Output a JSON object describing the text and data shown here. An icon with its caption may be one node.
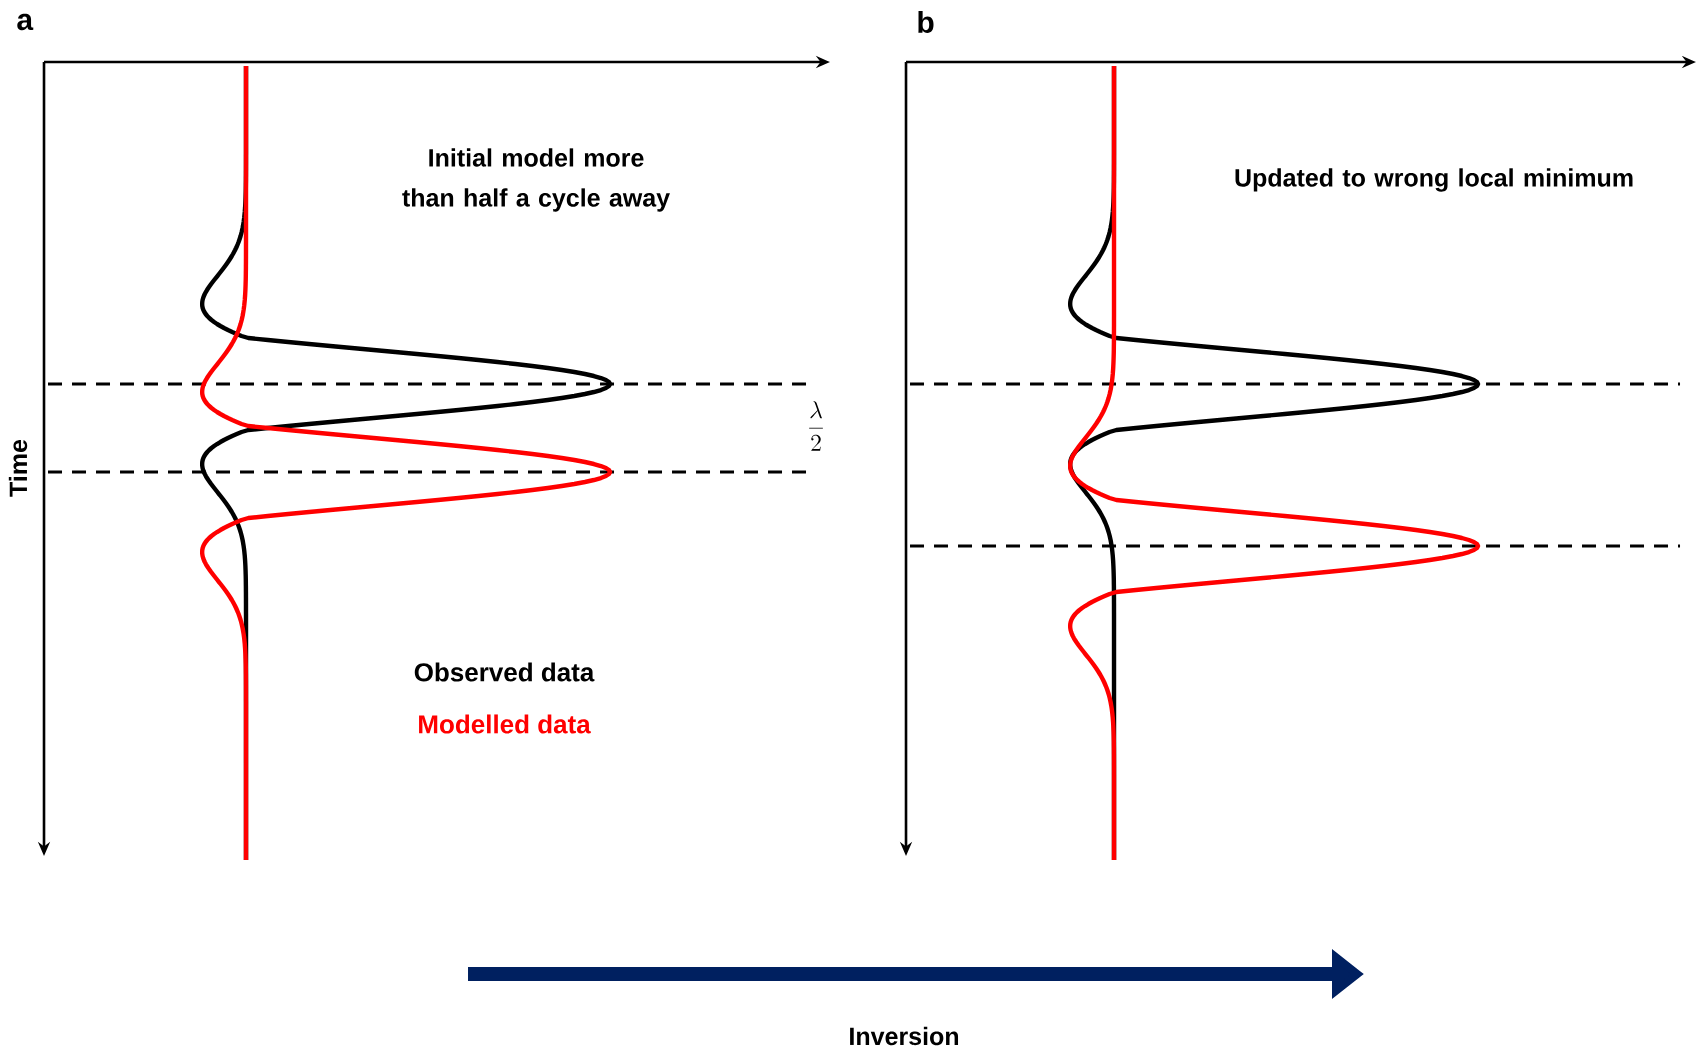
{
  "diagram": {
    "labels": [
      "a",
      "Initial model more than half a cycle away",
      "Time",
      "\\frac{\\lambda}{2}",
      "b",
      "Updated to wrong local minimum",
      "Inversion"
    ],
    "legend": [
      {
        "text": "Observed data",
        "color": "#000000"
      },
      {
        "text": "Modelled data",
        "color": "#ff0000"
      }
    ]
  }
}
